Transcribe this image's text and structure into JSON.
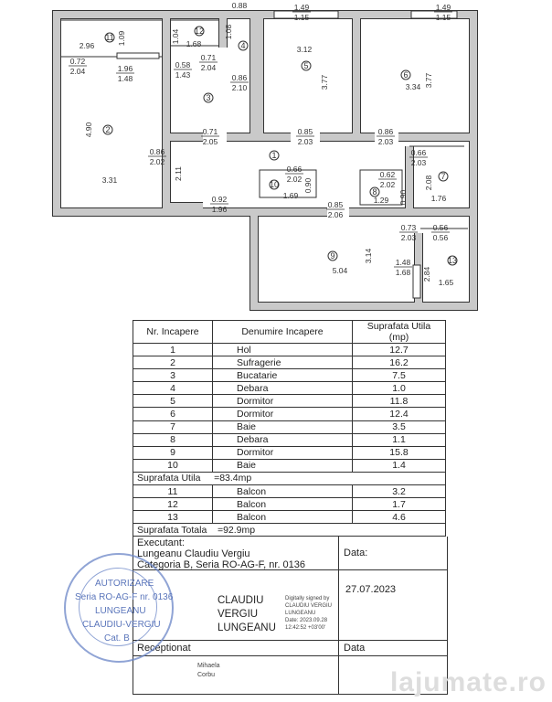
{
  "plan": {
    "rooms": [
      "1",
      "2",
      "3",
      "4",
      "5",
      "6",
      "7",
      "8",
      "9",
      "10",
      "11",
      "12",
      "13"
    ],
    "openings": [
      [
        "1.49",
        "1.15"
      ],
      [
        "1.49",
        "1.15"
      ],
      [
        "0.72",
        "2.04"
      ],
      [
        "1.96",
        "1.48"
      ],
      [
        "0.58",
        "1.43"
      ],
      [
        "0.71",
        "2.04"
      ],
      [
        "0.86",
        "2.10"
      ],
      [
        "0.71",
        "2.05"
      ],
      [
        "0.86",
        "2.02"
      ],
      [
        "0.92",
        "1.96"
      ],
      [
        "0.85",
        "2.03"
      ],
      [
        "0.86",
        "2.03"
      ],
      [
        "0.66",
        "2.02"
      ],
      [
        "0.85",
        "2.06"
      ],
      [
        "0.62",
        "2.02"
      ],
      [
        "0.66",
        "2.03"
      ],
      [
        "0.73",
        "2.03"
      ],
      [
        "0.56",
        "0.56"
      ],
      [
        "1.48",
        "1.68"
      ]
    ],
    "dims": [
      "2.96",
      "1.09",
      "1.68",
      "1.04",
      "0.88",
      "1.08",
      "4.90",
      "3.31",
      "2.11",
      "3.12",
      "3.77",
      "3.34",
      "3.77",
      "1.69",
      "0.90",
      "1.29",
      "0.90",
      "2.08",
      "1.76",
      "5.04",
      "3.14",
      "2.84",
      "1.65"
    ]
  },
  "table": {
    "headers": [
      "Nr. Incapere",
      "Denumire Incapere",
      "Suprafata Utila (mp)"
    ],
    "rows": [
      [
        "1",
        "Hol",
        "12.7"
      ],
      [
        "2",
        "Sufragerie",
        "16.2"
      ],
      [
        "3",
        "Bucatarie",
        "7.5"
      ],
      [
        "4",
        "Debara",
        "1.0"
      ],
      [
        "5",
        "Dormitor",
        "11.8"
      ],
      [
        "6",
        "Dormitor",
        "12.4"
      ],
      [
        "7",
        "Baie",
        "3.5"
      ],
      [
        "8",
        "Debara",
        "1.1"
      ],
      [
        "9",
        "Dormitor",
        "15.8"
      ],
      [
        "10",
        "Baie",
        "1.4"
      ]
    ],
    "utila_label": "Suprafata Utila",
    "utila_value": "=83.4mp",
    "balcony_rows": [
      [
        "11",
        "Balcon",
        "3.2"
      ],
      [
        "12",
        "Balcon",
        "1.7"
      ],
      [
        "13",
        "Balcon",
        "4.6"
      ]
    ],
    "totala_label": "Suprafata Totala",
    "totala_value": "=92.9mp"
  },
  "signature": {
    "executant_label": "Executant:",
    "executant_name": "Lungeanu Claudiu Vergiu",
    "executant_cat": "Categoria B, Seria RO-AG-F, nr. 0136",
    "data_label": "Data:",
    "date": "27.07.2023",
    "signer": [
      "CLAUDIU",
      "VERGIU",
      "LUNGEANU"
    ],
    "digital": [
      "Digitally signed by",
      "CLAUDIU VERGIU",
      "LUNGEANU",
      "Date: 2023.09.28",
      "12:42:52 +03'00'"
    ],
    "stamp": [
      "AUTORIZARE",
      "Seria RO-AG-F nr. 0136",
      "LUNGEANU",
      "CLAUDIU-VERGIU",
      "Cat. B"
    ],
    "receptionat_label": "Receptionat",
    "data2_label": "Data",
    "receiver": [
      "Mihaela",
      "Corbu"
    ]
  },
  "watermark": "lajumate.ro"
}
